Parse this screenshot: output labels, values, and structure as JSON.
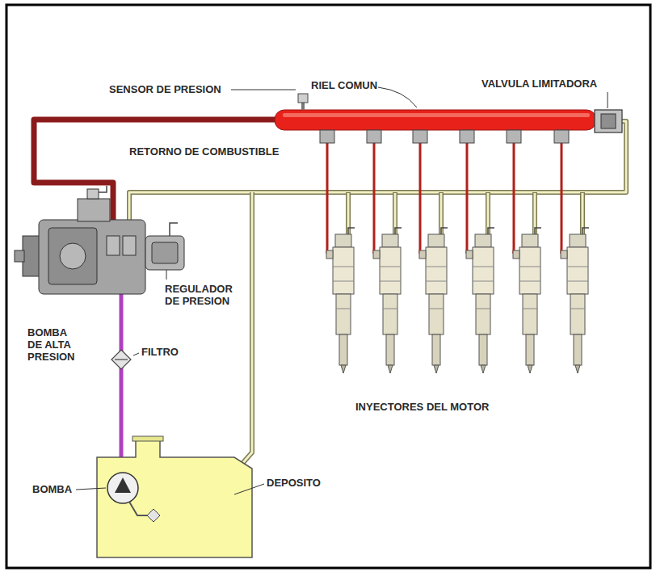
{
  "diagram": {
    "labels": [
      "SENSOR DE PRESION",
      "RIEL COMUN",
      "VALVULA LIMITADORA",
      "RETORNO DE COMBUSTIBLE",
      "REGULADOR DE PRESION",
      "BOMBA DE ALTA PRESION",
      "FILTRO",
      "INYECTORES DEL MOTOR",
      "BOMBA",
      "DEPOSITO"
    ]
  }
}
